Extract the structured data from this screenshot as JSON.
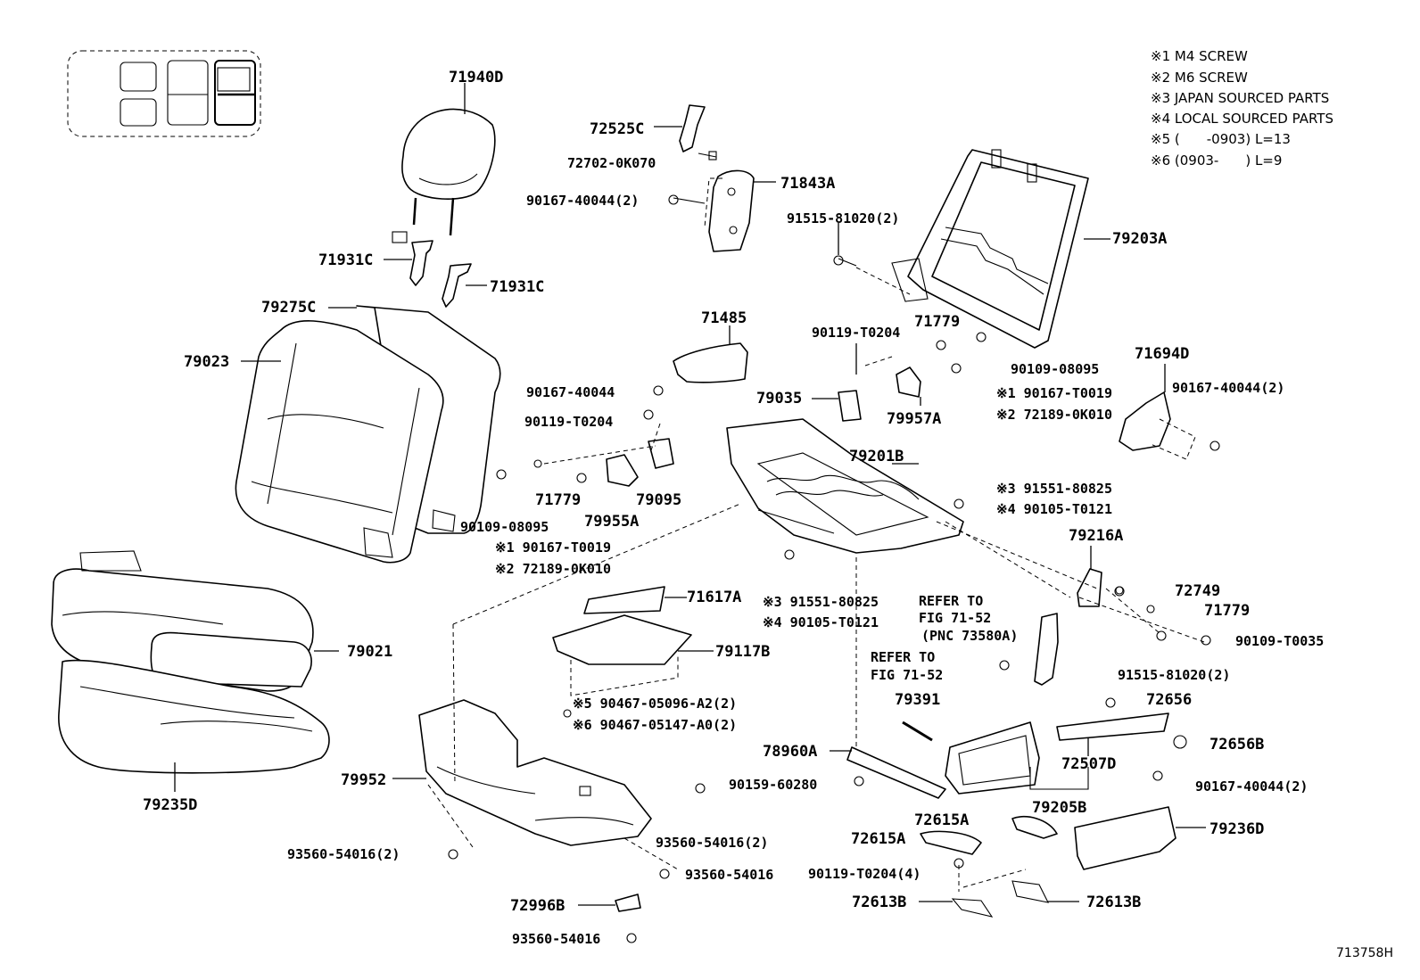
{
  "diagram_id": "713758H",
  "legend": [
    "※1 M4 SCREW",
    "※2 M6 SCREW",
    "※3 JAPAN SOURCED PARTS",
    "※4 LOCAL SOURCED PARTS",
    "※5 (　　-0903) L=13",
    "※6 (0903-　　) L=9"
  ],
  "parts": {
    "p71940D": "71940D",
    "p72525C": "72525C",
    "p72702": "72702-0K070",
    "p71843A": "71843A",
    "p90167_40044_2a": "90167-40044(2)",
    "p91515_81020_2a": "91515-81020(2)",
    "p79203A": "79203A",
    "p71931C_a": "71931C",
    "p71931C_b": "71931C",
    "p79275C": "79275C",
    "p71485": "71485",
    "p90119_T0204_a": "90119-T0204",
    "p71779_a": "71779",
    "p79023": "79023",
    "p90109_08095_a": "90109-08095",
    "p71694D": "71694D",
    "p90167_40044_a": "90167-40044",
    "p79035": "79035",
    "p79957A": "79957A",
    "p90167_T0019_a": "※1 90167-T0019",
    "p90167_40044_2b": "90167-40044(2)",
    "p72189_a": "※2 72189-0K010",
    "p90119_T0204_b": "90119-T0204",
    "p79201B": "79201B",
    "p71779_b": "71779",
    "p79095": "79095",
    "p79955A": "79955A",
    "p91551_80825_a": "※3 91551-80825",
    "p90105_T0121_a": "※4 90105-T0121",
    "p90109_08095_b": "90109-08095",
    "p90167_T0019_b": "※1 90167-T0019",
    "p72189_b": "※2 72189-0K010",
    "p79216A": "79216A",
    "p71617A": "71617A",
    "p91551_80825_b": "※3 91551-80825",
    "p90105_T0121_b": "※4 90105-T0121",
    "p72749": "72749",
    "p79021": "79021",
    "p79117B": "79117B",
    "p71779_c": "71779",
    "p90109_T0035": "90109-T0035",
    "p91515_81020_2b": "91515-81020(2)",
    "p79391": "79391",
    "p72656": "72656",
    "p90467_a": "※5 90467-05096-A2(2)",
    "p90467_b": "※6 90467-05147-A0(2)",
    "p72656B": "72656B",
    "p78960A": "78960A",
    "p72507D": "72507D",
    "p79952": "79952",
    "p79235D": "79235D",
    "p90159": "90159-60280",
    "p90167_40044_2c": "90167-40044(2)",
    "p79205B": "79205B",
    "p72615A_a": "72615A",
    "p79236D": "79236D",
    "p72615A_b": "72615A",
    "p93560_2a": "93560-54016(2)",
    "p93560_2b": "93560-54016(2)",
    "p93560_a": "93560-54016",
    "p90119_T0204_4": "90119-T0204(4)",
    "p72996B": "72996B",
    "p72613B_a": "72613B",
    "p72613B_b": "72613B",
    "p93560_b": "93560-54016"
  },
  "refers": {
    "r1_line1": "REFER TO",
    "r1_line2": "FIG 71-52",
    "r1_line3": "(PNC 73580A)",
    "r2_line1": "REFER TO",
    "r2_line2": "FIG 71-52"
  }
}
